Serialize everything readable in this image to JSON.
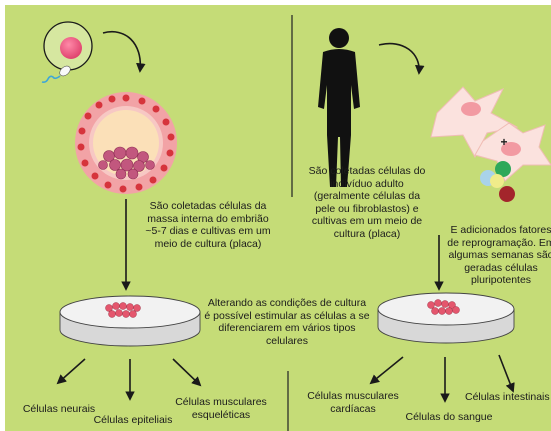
{
  "texts": {
    "embryo_caption": "São coletadas células da\nmassa interna do embrião\n~5-7 dias e cultivas em um\nmeio de cultura (placa)",
    "adult_caption": "São coletadas células do\nindivíduo adulto\n(geralmente células da\npele ou fibroblastos) e\ncultivas em um meio de\ncultura (placa)",
    "factors_caption": "E adicionados fatores\nde reprogramação. Em\nalgumas semanas são\ngeradas células\npluripotentes",
    "culture_caption": "Alterando as condições de cultura\né possível estimular as células a se\ndiferenciarem em vários tipos\ncelulares",
    "plus_sign": "+"
  },
  "cell_types": {
    "left": [
      "Células neurais",
      "Células epiteliais",
      "Células musculares\nesqueléticas"
    ],
    "right": [
      "Células musculares\ncardíacas",
      "Células do sangue",
      "Células intestinais"
    ]
  },
  "colors": {
    "background": "#c5dc77",
    "text": "#1c1c1c",
    "arrow": "#1a1a1a",
    "embryo_ring": "#f2a3a6",
    "inner_mass": "#c2577e",
    "dish": "#e6e6e6",
    "factor_green": "#2fa85a",
    "factor_blue": "#a9d3ea",
    "factor_yellow": "#f0ec8a",
    "factor_red": "#a3252b"
  }
}
